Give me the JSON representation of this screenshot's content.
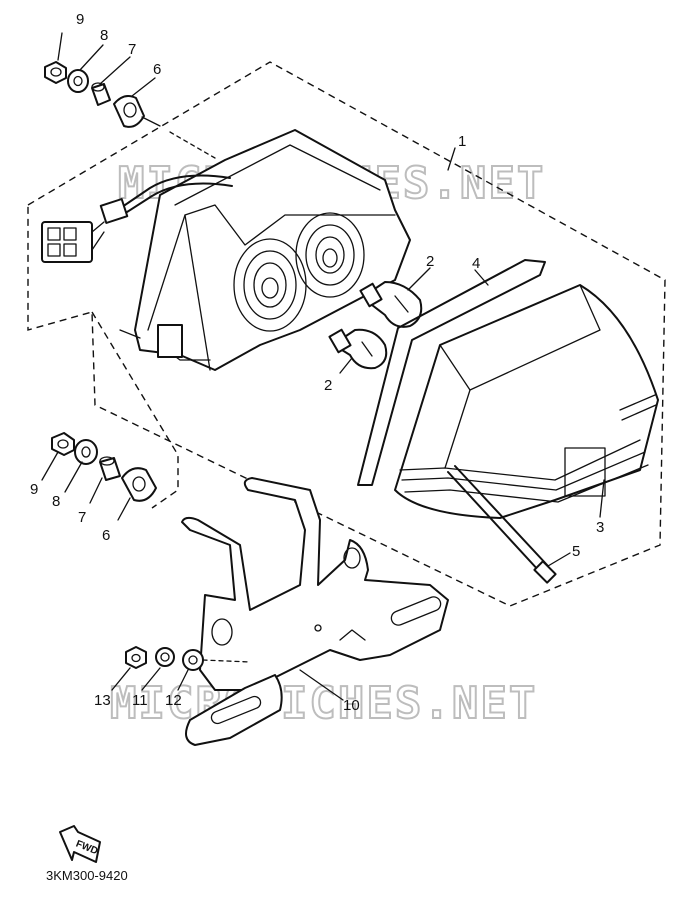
{
  "watermarks": [
    "MICROFICHES.NET",
    "MICROFICHES.NET"
  ],
  "diagram_code": "3KM300-9420",
  "direction_marker": "FWD",
  "callouts": {
    "c1": "1",
    "c2a": "2",
    "c2b": "2",
    "c3": "3",
    "c4": "4",
    "c5": "5",
    "c6a": "6",
    "c7a": "7",
    "c8a": "8",
    "c9a": "9",
    "c6b": "6",
    "c7b": "7",
    "c8b": "8",
    "c9b": "9",
    "c10": "10",
    "c11": "11",
    "c12": "12",
    "c13": "13"
  }
}
